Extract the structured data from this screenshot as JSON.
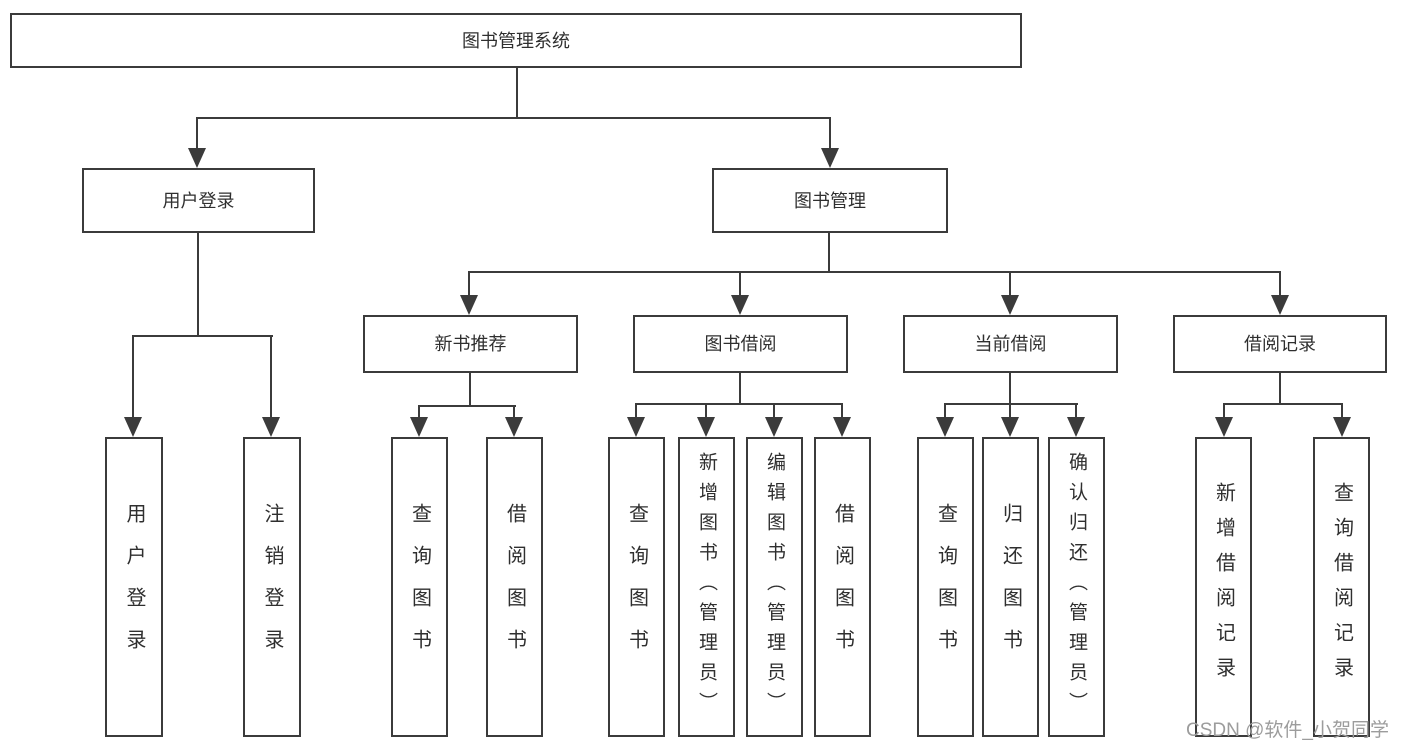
{
  "tree": {
    "root": "图书管理系统",
    "branches": [
      {
        "label": "用户登录",
        "children": [
          "用户登录",
          "注销登录"
        ]
      },
      {
        "label": "图书管理",
        "children": [
          {
            "label": "新书推荐",
            "children": [
              "查询图书",
              "借阅图书"
            ]
          },
          {
            "label": "图书借阅",
            "children": [
              "查询图书",
              "新增图书（管理员）",
              "编辑图书（管理员）",
              "借阅图书"
            ]
          },
          {
            "label": "当前借阅",
            "children": [
              "查询图书",
              "归还图书",
              "确认归还（管理员）"
            ]
          },
          {
            "label": "借阅记录",
            "children": [
              "新增借阅记录",
              "查询借阅记录"
            ]
          }
        ]
      }
    ]
  },
  "watermark": {
    "text": "CSDN @软件_小贺同学"
  },
  "colors": {
    "line": "#3b3b3b",
    "box_background": "#ffffff",
    "watermark": "#9c9c9c"
  }
}
